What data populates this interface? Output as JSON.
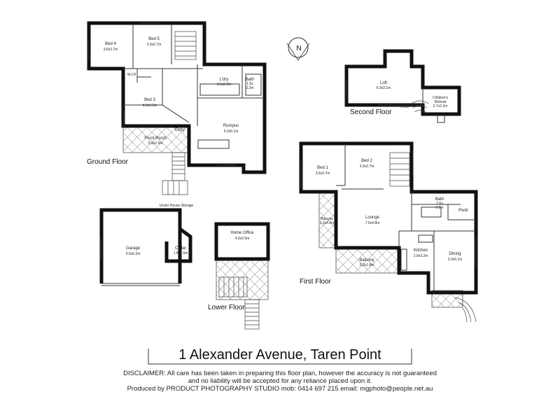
{
  "compass": {
    "label": "N"
  },
  "floors": {
    "ground": {
      "label": "Ground Floor",
      "rooms": {
        "bed4": {
          "name": "Bed 4",
          "size": "3.6x3.7m"
        },
        "bed5": {
          "name": "Bed 5",
          "size": "3.3x2.7m"
        },
        "wir": {
          "name": "W.I.R"
        },
        "bed3": {
          "name": "Bed 3",
          "size": "4.0x3.5m"
        },
        "ldry": {
          "name": "L'dry",
          "size": "3.5x2.2m"
        },
        "bath": {
          "name": "Bath",
          "size": "1.5x",
          "size2": "2.2m"
        },
        "rumpus": {
          "name": "Rumpus",
          "size": "5.2x6.1m"
        },
        "entry": {
          "name": "Entry"
        },
        "porch": {
          "name": "Front Porch",
          "size": "5.3x2.2m"
        }
      }
    },
    "lower": {
      "label": "Lower Floor",
      "storage": "Under House Storage",
      "rooms": {
        "garage": {
          "name": "Garage",
          "size": "5.5x6.2m"
        },
        "cellar": {
          "name": "Cellar",
          "size": "1.8x1.6m"
        },
        "office": {
          "name": "Home Office",
          "size": "4.0x2.5m"
        }
      }
    },
    "second": {
      "label": "Second Floor",
      "void": "VOID",
      "rooms": {
        "loft": {
          "name": "Loft",
          "size": "6.3x3.1m"
        },
        "retreat": {
          "name": "Children's",
          "name2": "Retreat",
          "size": "2.7x2.2m"
        }
      }
    },
    "first": {
      "label": "First Floor",
      "rooms": {
        "bed1": {
          "name": "Bed 1",
          "size": "3.6x3.7m"
        },
        "bed2": {
          "name": "Bed 2",
          "size": "3.3x2.7m"
        },
        "bath": {
          "name": "Bath",
          "size": "2.6x",
          "size2": "2.2m"
        },
        "pwdr": {
          "name": "Pwdr"
        },
        "balcony1": {
          "name": "Balcony",
          "size": "1.3x4.6m"
        },
        "lounge": {
          "name": "Lounge",
          "size": "7.0x4.8m"
        },
        "kitchen": {
          "name": "Kitchen",
          "size": "2.9x3.2m"
        },
        "dining": {
          "name": "Dining",
          "size": "3.3x6.1m"
        },
        "balcony2": {
          "name": "Balcony",
          "size": "5.2x1.8m"
        }
      }
    }
  },
  "address": "1 Alexander Avenue, Taren Point",
  "disclaimer": {
    "line1": "DISCLAIMER: All care has been taken in preparing this floor plan, however the accuracy is not guaranteed",
    "line2": "and no liability will be accepted for any reliance placed upon it.",
    "line3": "Produced by PRODUCT PHOTOGRAPHY STUDIO mob: 0414 697 215 email: mgphoto@people.net.au"
  }
}
